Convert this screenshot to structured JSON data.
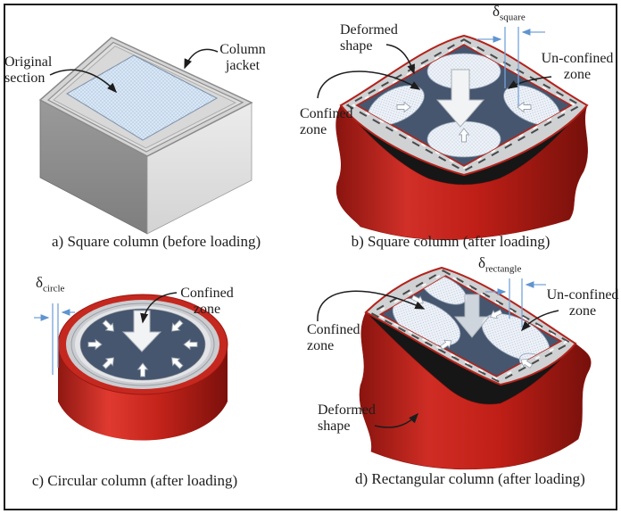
{
  "figure": {
    "colors": {
      "column_red": "#c0251d",
      "confined_zone_blue": "#46566e",
      "jacket_gray": "#d0d2d4",
      "original_section_blue": "#d9e7f5",
      "dimension_blue": "#76a3d8",
      "outline_red": "#b3231b",
      "shadow_black": "#161616",
      "text": "#1d1d1d"
    },
    "panels": [
      {
        "id": "a",
        "caption": "a) Square column (before loading)",
        "labels": {
          "original_section": "Original section",
          "column_jacket": "Column jacket"
        }
      },
      {
        "id": "b",
        "caption": "b) Square column (after loading)",
        "labels": {
          "deformed_shape": "Deformed shape",
          "un_confined_zone": "Un-confined zone",
          "confined_zone": "Confined zone"
        },
        "delta": {
          "symbol": "δ",
          "subscript": "square"
        }
      },
      {
        "id": "c",
        "caption": "c) Circular column (after loading)",
        "labels": {
          "confined_zone": "Confined zone"
        },
        "delta": {
          "symbol": "δ",
          "subscript": "circle"
        }
      },
      {
        "id": "d",
        "caption": "d) Rectangular column (after loading)",
        "labels": {
          "confined_zone": "Confined zone",
          "un_confined_zone": "Un-confined zone",
          "deformed_shape": "Deformed shape"
        },
        "delta": {
          "symbol": "δ",
          "subscript": "rectangle"
        }
      }
    ]
  }
}
